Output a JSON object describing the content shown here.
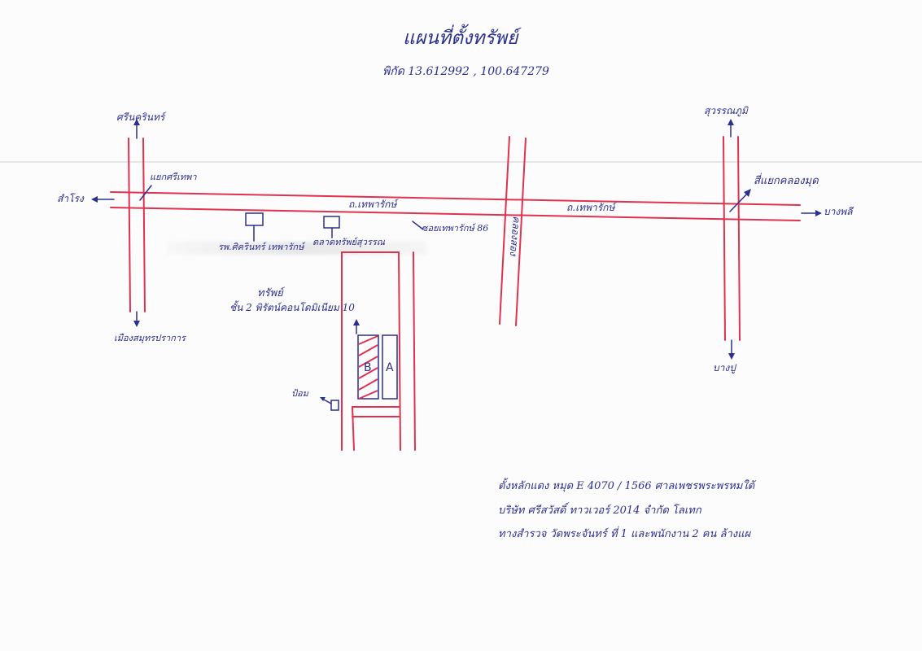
{
  "title": "แผนที่ตั้งทรัพย์",
  "coordinates": "พิกัด 13.612992 , 100.647279",
  "directions": {
    "top_left": "ศรีนครินทร์",
    "left": "สำโรง",
    "bottom_left": "เมืองสมุทรปราการ",
    "top_right": "สุวรรณภูมิ",
    "right": "บางพลี",
    "bottom_right": "บางปู",
    "far": "ป้อม"
  },
  "intersections": {
    "left": "แยกศรีเทพา",
    "right": "สี่แยกคลองมุด"
  },
  "roads": {
    "main_left": "ถ.เทพารักษ์",
    "main_right": "ถ.เทพารักษ์",
    "soi": "ซอยเทพารักษ์ 86",
    "canal": "คลองสอง"
  },
  "landmarks": {
    "hospital": "รพ.ศิครินทร์ เทพารักษ์",
    "market": "ตลาดทรัพย์สุวรรณ"
  },
  "property": {
    "label": "ทรัพย์",
    "detail": "ชั้น 2 พิรัตน์คอนโดมิเนียม 10",
    "plot_a": "A",
    "plot_b": "B"
  },
  "notes": [
    "ตั้งหลักแดง หมุด E 4070 / 1566 ศาลเพชรพระพรหมใต้",
    "บริษัท ศรีสวัสดิ์ ทาวเวอร์ 2014 จำกัด โลเทก",
    "ทางสำรวจ วัดพระจันทร์ ที่ 1 และพนักงาน 2 คน ล้างแผ"
  ],
  "colors": {
    "road": "#e0324f",
    "ink": "#2b2f8f",
    "paper": "#fcfcfc"
  }
}
